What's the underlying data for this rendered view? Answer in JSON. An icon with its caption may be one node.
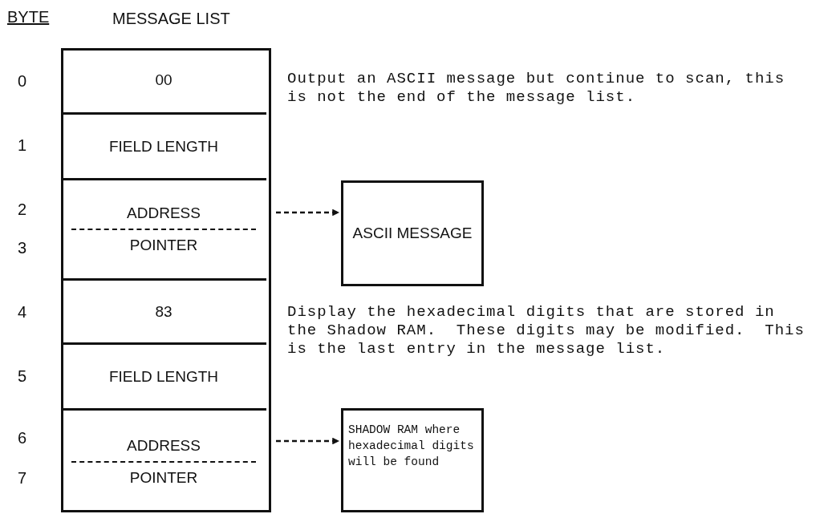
{
  "diagram": {
    "nodes": [
      {
        "text": [
          "MESSAGE LIST"
        ]
      },
      {
        "text": [
          "00"
        ],
        "in": 0
      },
      {
        "text": [
          "FIELD LENGTH"
        ],
        "in": 0
      },
      {
        "text": [
          "ADDRESS",
          "POINTER"
        ],
        "in": 0
      },
      {
        "text": [
          "83"
        ],
        "in": 0
      },
      {
        "text": [
          "FIELD LENGTH"
        ],
        "in": 0
      },
      {
        "text": [
          "ADDRESS",
          "POINTER"
        ],
        "in": 0
      },
      {
        "text": [
          "ASCII MESSAGE"
        ]
      },
      {
        "text": [
          "SHADOW RAM where hexadecimal digits will be found"
        ]
      }
    ],
    "edges": [
      {
        "from": 3,
        "to": 7,
        "arrow": "to",
        "style": "dashed"
      },
      {
        "from": 6,
        "to": 8,
        "arrow": "to",
        "style": "dashed"
      }
    ],
    "labels": [
      "BYTE",
      "0",
      "1",
      "2",
      "3",
      "4",
      "5",
      "6",
      "7",
      "Output an ASCII message but continue to scan, this is not the end of the message list.",
      "Display the hexadecimal digits that are stored in the Shadow RAM.  These digits may be modified.  This is the last entry in the message list."
    ]
  }
}
